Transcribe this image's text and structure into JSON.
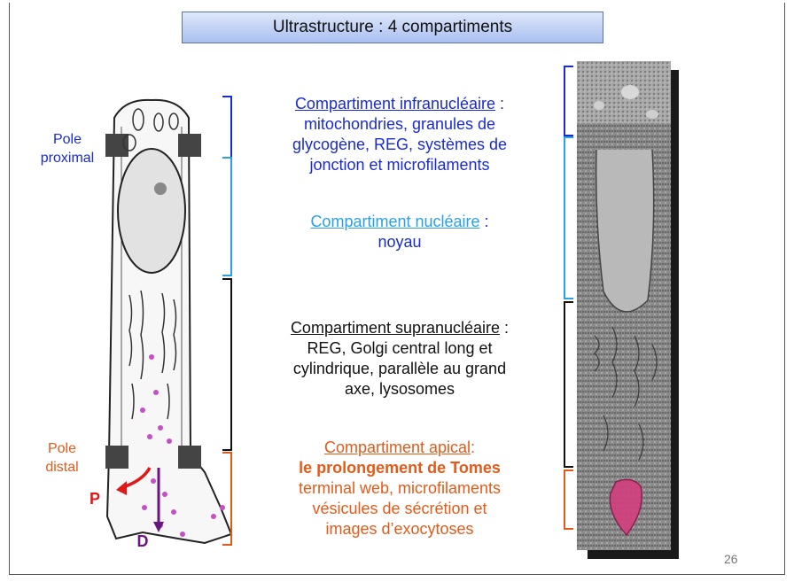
{
  "title": "Ultrastructure : 4 compartiments",
  "labels": {
    "pole_proximal": [
      "Pole",
      "proximal"
    ],
    "pole_distal": [
      "Pole",
      "distal"
    ],
    "P": "P",
    "D": "D"
  },
  "compartments": [
    {
      "heading": "Compartiment infranucléaire",
      "separator": " :",
      "lines": [
        "mitochondries, granules de",
        "glycogène, REG, systèmes de",
        "jonction et microfilaments"
      ],
      "color": "#1a2bd0"
    },
    {
      "heading": "Compartiment nucléaire",
      "separator": " :",
      "lines": [
        "noyau"
      ],
      "color": "#1a2bd0"
    },
    {
      "heading": "Compartiment supranucléaire",
      "separator": " :",
      "lines": [
        "REG, Golgi central long et",
        "cylindrique, parallèle au grand",
        "axe, lysosomes"
      ],
      "color": "#111111"
    },
    {
      "heading": "Compartiment apical",
      "separator": ":",
      "bold_line": "le prolongement de Tomes",
      "lines": [
        "terminal web, microfilaments",
        "vésicules de sécrétion et",
        "images d’exocytoses"
      ],
      "color": "#e35b1a"
    }
  ],
  "bracket_colors": {
    "infra": "#1a2bd0",
    "nuclear": "#2aa0e8",
    "supra": "#111111",
    "apical": "#e35b1a"
  },
  "page_number": "26"
}
